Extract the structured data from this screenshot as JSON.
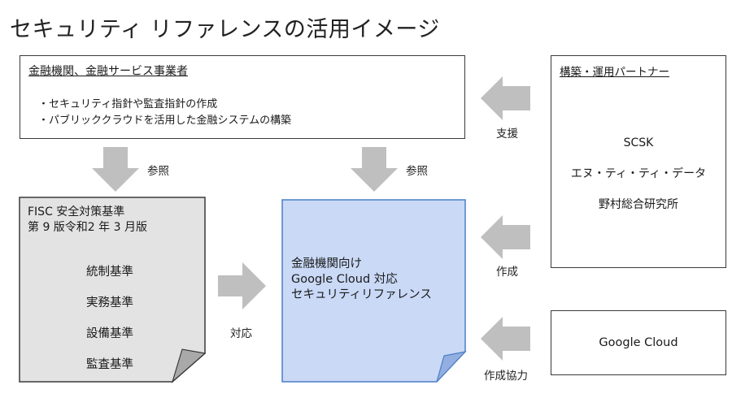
{
  "title": "セキュリティ リファレンスの活用イメージ",
  "finance_box": {
    "heading": "金融機関、金融サービス事業者",
    "bullets": [
      "・セキュリティ指針や監査指針の作成",
      "・パブリッククラウドを活用した金融システムの構築"
    ]
  },
  "partner_box": {
    "heading": "構築・運用パートナー",
    "members": [
      "SCSK",
      "エヌ・ティ・ティ・データ",
      "野村総合研究所"
    ]
  },
  "google_box": {
    "label": "Google Cloud"
  },
  "fisc_doc": {
    "heading_lines": [
      "FISC 安全対策基準",
      "第 9 版令和2 年 3 月版"
    ],
    "items": [
      "統制基準",
      "実務基準",
      "設備基準",
      "監査基準"
    ]
  },
  "reference_doc": {
    "lines": [
      "金融機関向け",
      "Google Cloud 対応",
      "セキュリティリファレンス"
    ]
  },
  "arrow_labels": {
    "ref_left": "参照",
    "ref_right": "参照",
    "support": "支援",
    "create": "作成",
    "correspond": "対応",
    "create_coop": "作成協力"
  },
  "colors": {
    "arrow": "#bfbfbf",
    "fisc_fill": "#e3e3e3",
    "reference_fill": "#c9d9f6",
    "reference_border": "#4a7fc8",
    "border": "#3a3a3a"
  }
}
